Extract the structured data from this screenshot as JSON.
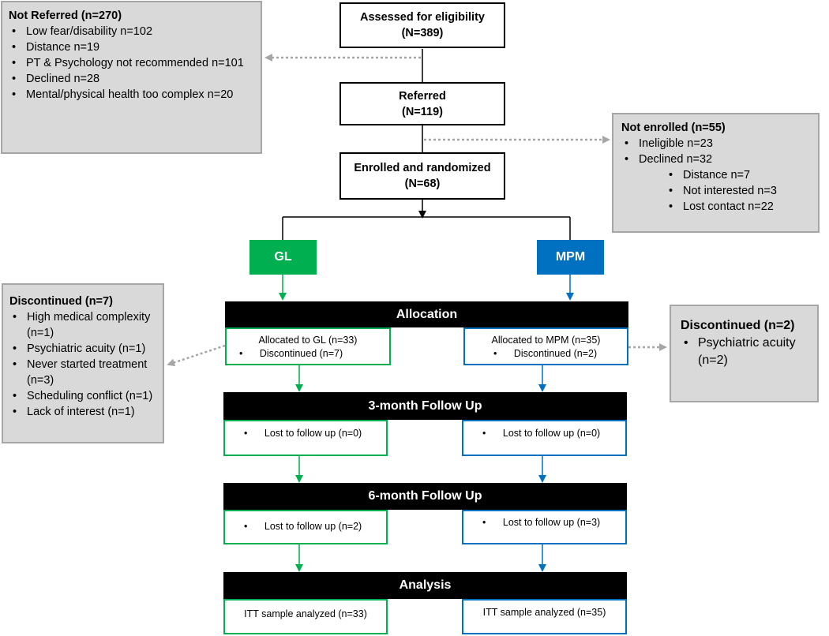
{
  "colors": {
    "gl_green": "#00b050",
    "mpm_blue": "#0070c0",
    "grey_box": "#d9d9d9",
    "dotted_arrow": "#a6a6a6"
  },
  "top": {
    "assessed": {
      "title": "Assessed for eligibility",
      "count": "(N=389)"
    },
    "referred": {
      "title": "Referred",
      "count": "(N=119)"
    },
    "enrolled": {
      "title": "Enrolled and randomized",
      "count": "(N=68)"
    }
  },
  "not_referred": {
    "title": "Not Referred (n=270)",
    "items": [
      "Low fear/disability n=102",
      "Distance n=19",
      "PT & Psychology not recommended n=101",
      "Declined n=28",
      "Mental/physical health too complex n=20"
    ]
  },
  "not_enrolled": {
    "title": "Not enrolled (n=55)",
    "items": [
      "Ineligible n=23",
      "Declined n=32"
    ],
    "subitems": [
      "Distance n=7",
      "Not interested n=3",
      "Lost contact n=22"
    ]
  },
  "arms": {
    "gl": "GL",
    "mpm": "MPM"
  },
  "discontinued_left": {
    "title": "Discontinued (n=7)",
    "items": [
      "High medical complexity (n=1)",
      "Psychiatric acuity (n=1)",
      "Never started treatment (n=3)",
      "Scheduling conflict (n=1)",
      "Lack of interest (n=1)"
    ]
  },
  "discontinued_right": {
    "title": "Discontinued (n=2)",
    "items": [
      "Psychiatric acuity (n=2)"
    ]
  },
  "allocation": {
    "header": "Allocation",
    "gl_line1": "Allocated to GL (n=33)",
    "gl_line2": "Discontinued (n=7)",
    "mpm_line1": "Allocated to MPM (n=35)",
    "mpm_line2": "Discontinued (n=2)"
  },
  "followup3": {
    "header": "3-month Follow Up",
    "gl": "Lost to follow up (n=0)",
    "mpm": "Lost to follow up (n=0)"
  },
  "followup6": {
    "header": "6-month Follow Up",
    "gl": "Lost to follow up (n=2)",
    "mpm": "Lost to follow up (n=3)"
  },
  "analysis": {
    "header": "Analysis",
    "gl": "ITT sample analyzed (n=33)",
    "mpm": "ITT sample analyzed (n=35)"
  }
}
